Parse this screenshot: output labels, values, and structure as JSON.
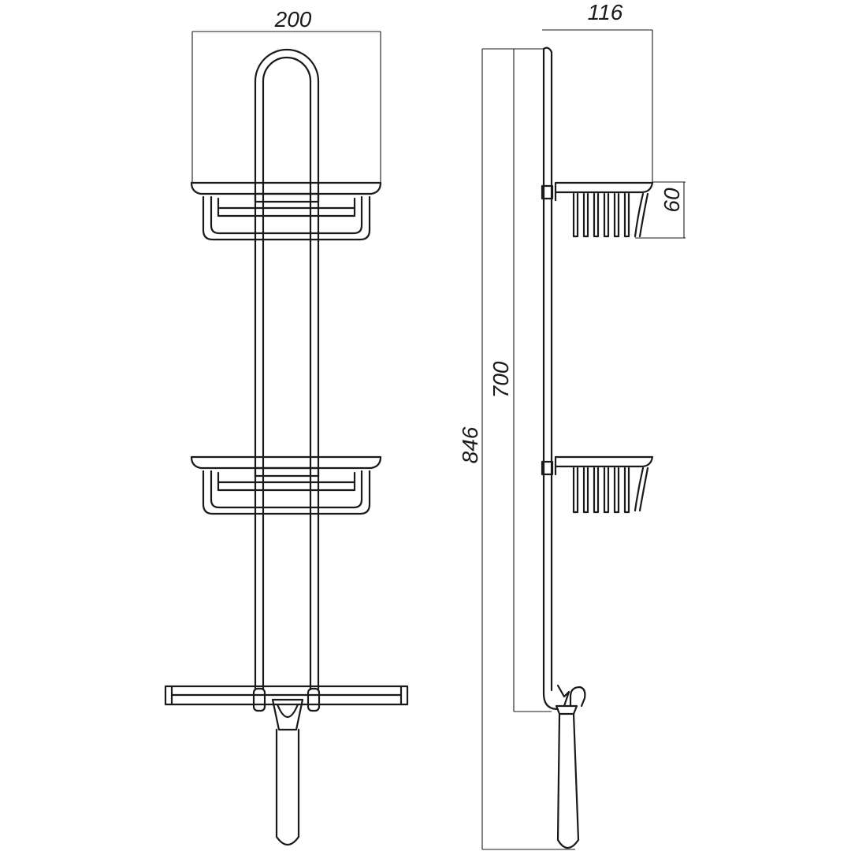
{
  "dimensions": {
    "front_width": "200",
    "depth": "116",
    "basket_height": "60",
    "rail_length": "700",
    "total_height": "846"
  },
  "colors": {
    "line": "#1a1a1a",
    "background": "#ffffff"
  }
}
